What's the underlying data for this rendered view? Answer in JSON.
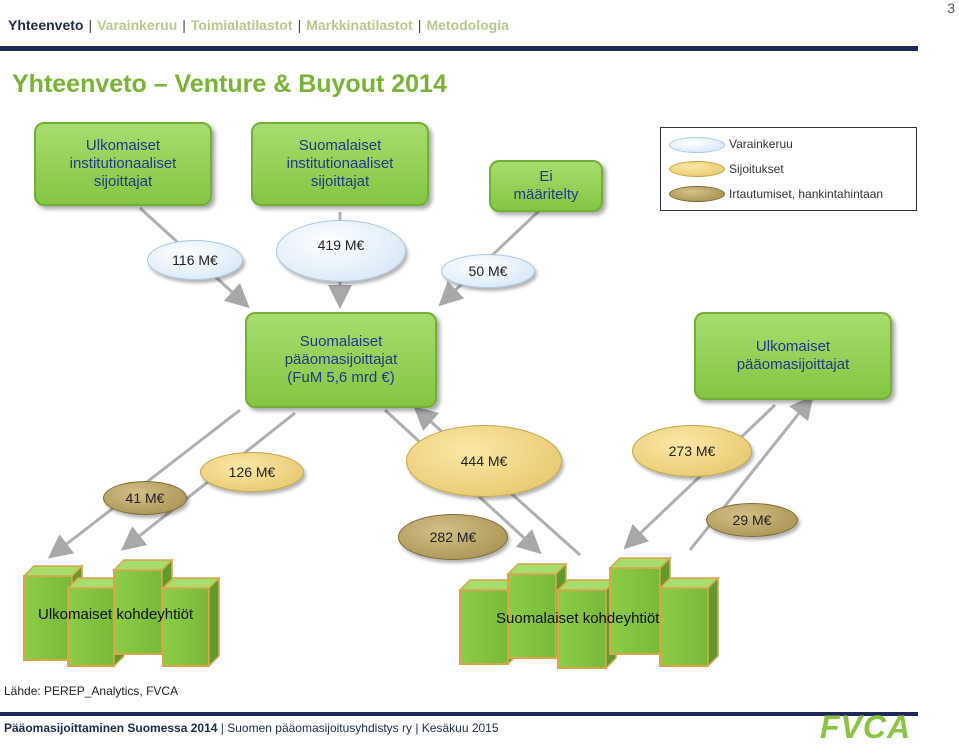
{
  "nav": {
    "items": [
      "Yhteenveto",
      "Varainkeruu",
      "Toimialatilastot",
      "Markkinatilastot",
      "Metodologia"
    ]
  },
  "page_number": "3",
  "title": "Yhteenveto – Venture & Buyout 2014",
  "boxes": {
    "foreign_institutional": "Ulkomaiset institutionaaliset sijoittajat",
    "domestic_institutional": "Suomalaiset institutionaaliset sijoittajat",
    "undefined": "Ei määritelty",
    "domestic_pe": "Suomalaiset pääomasijoittajat (FuM 5,6 mrd €)",
    "foreign_pe": "Ulkomaiset pääomasijoittajat"
  },
  "legend": {
    "fundraising": "Varainkeruu",
    "investments": "Sijoitukset",
    "exits": "Irtautumiset, hankintahintaan"
  },
  "flows": {
    "f116": "116 M€",
    "f419": "419 M€",
    "f50": "50 M€",
    "f41": "41 M€",
    "f126": "126 M€",
    "f444": "444 M€",
    "f282": "282 M€",
    "f273": "273 M€",
    "f29": "29 M€"
  },
  "targets": {
    "foreign": "Ulkomaiset kohdeyhtiöt",
    "domestic": "Suomalaiset kohdeyhtiöt"
  },
  "source": "Lähde: PEREP_Analytics, FVCA",
  "footer": {
    "title": "Pääomasijoittaminen Suomessa 2014",
    "org": "Suomen pääomasijoitusyhdistys ry",
    "date": "Kesäkuu 2015"
  },
  "logo": "FVCA",
  "colors": {
    "green_box": "#8fcf4e",
    "navy": "#1d2a57",
    "title_green": "#79b334",
    "fundraising": "#cfe3f5",
    "investments": "#e3c264",
    "exits": "#a18a4b"
  }
}
